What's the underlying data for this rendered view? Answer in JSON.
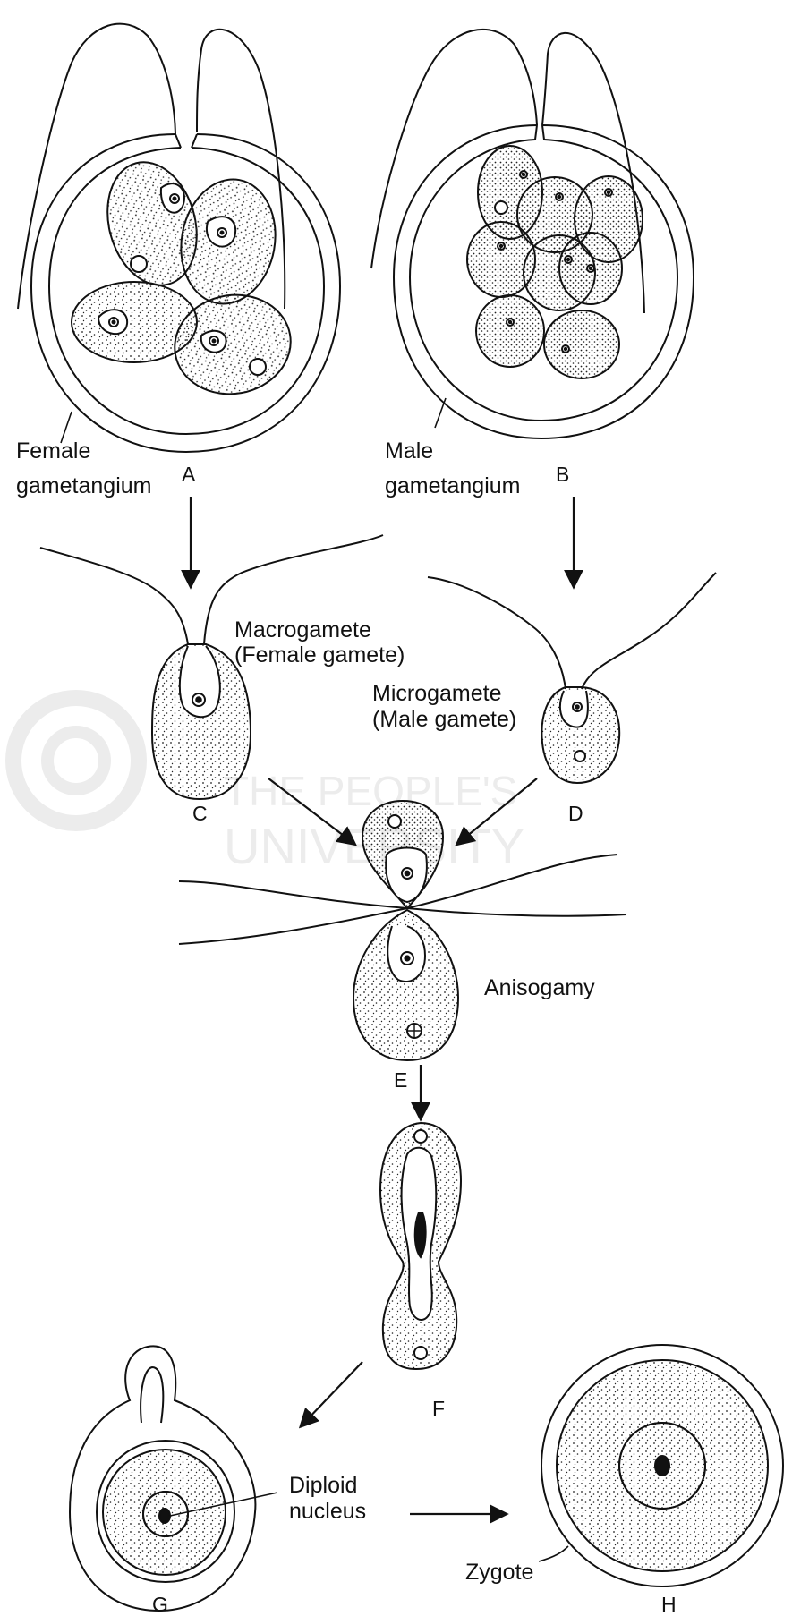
{
  "labels": {
    "female_gametangium": [
      "Female",
      "gametangium"
    ],
    "male_gametangium": [
      "Male",
      "gametangium"
    ],
    "macrogamete": [
      "Macrogamete",
      "(Female gamete)"
    ],
    "microgamete": [
      "Microgamete",
      "(Male gamete)"
    ],
    "anisogamy": "Anisogamy",
    "diploid_nucleus": [
      "Diploid",
      "nucleus"
    ],
    "zygote": "Zygote",
    "stage_a": "A",
    "stage_b": "B",
    "stage_c": "C",
    "stage_d": "D",
    "stage_e": "E",
    "stage_f": "F",
    "stage_g": "G",
    "stage_h": "H"
  },
  "watermark": {
    "line1": "THE PEOPLE'S",
    "line2": "UNIVERSITY"
  },
  "colors": {
    "ink": "#111111",
    "watermark": "#ececec"
  }
}
